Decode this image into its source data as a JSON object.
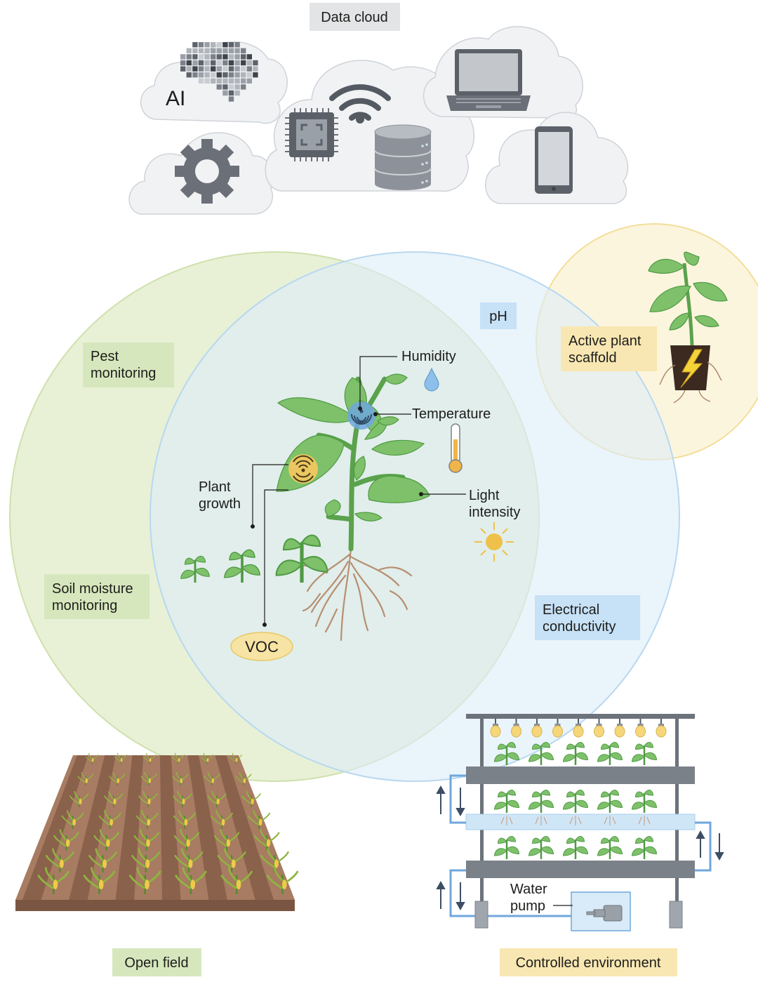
{
  "header": {
    "title": "Data cloud"
  },
  "cloud_panel": {
    "ai_label": "AI",
    "icons": [
      "brain-icon",
      "gear-icon",
      "chip-icon",
      "wifi-icon",
      "database-icon",
      "laptop-icon",
      "smartphone-icon"
    ]
  },
  "circles": {
    "open_field_color": "#e4eecf",
    "controlled_color": "#dcecf8",
    "scaffold_color": "#fbf1d3"
  },
  "labels": {
    "pest_monitoring": [
      "Pest",
      "monitoring"
    ],
    "soil_moisture": [
      "Soil moisture",
      "monitoring"
    ],
    "ph": "pH",
    "electrical_conductivity": [
      "Electrical",
      "conductivity"
    ],
    "active_plant_scaffold": [
      "Active plant",
      "scaffold"
    ]
  },
  "sensors": {
    "humidity": "Humidity",
    "temperature": "Temperature",
    "light_intensity": [
      "Light",
      "intensity"
    ],
    "plant_growth": [
      "Plant",
      "growth"
    ],
    "voc": "VOC"
  },
  "bottom": {
    "open_field": "Open field",
    "controlled_environment": "Controlled environment",
    "water_pump": [
      "Water",
      "pump"
    ]
  }
}
